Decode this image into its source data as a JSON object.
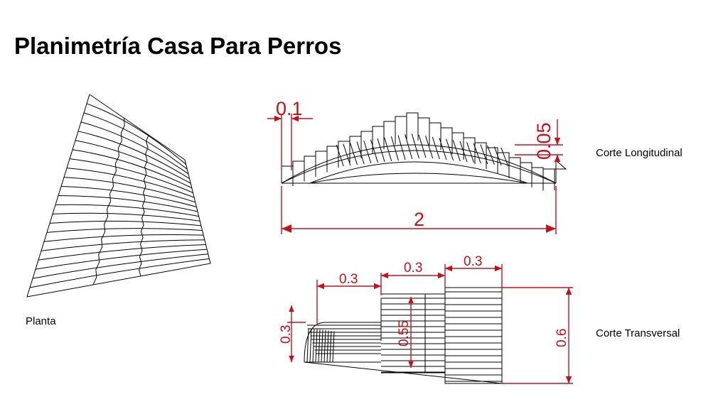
{
  "page": {
    "title": "Planimetría Casa Para Perros"
  },
  "views": {
    "planta": {
      "caption": "Planta"
    },
    "corte_longitudinal": {
      "caption": "Corte Longitudinal",
      "dim_top": "0.1",
      "dim_right": "0.05",
      "dim_width": "2"
    },
    "corte_transversal": {
      "caption": "Corte Transversal",
      "dim_left_width": "0.3",
      "dim_mid_width": "0.3",
      "dim_right_width": "0.3",
      "dim_left_height": "0.3",
      "dim_mid_height": "0.55",
      "dim_right_height": "0.6"
    }
  },
  "colors": {
    "dimension": "#c8101a",
    "line": "#000000",
    "background": "#ffffff"
  }
}
